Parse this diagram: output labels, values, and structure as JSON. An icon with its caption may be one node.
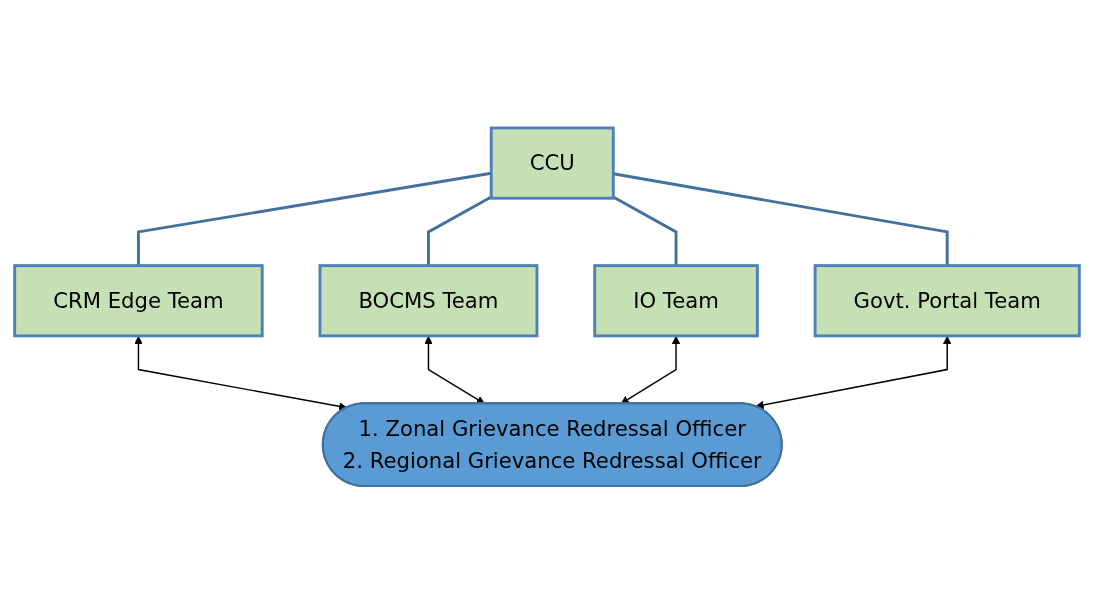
{
  "diagram": {
    "nodes": [
      {
        "text": [
          "CCU"
        ]
      },
      {
        "text": [
          "CRM Edge Team"
        ]
      },
      {
        "text": [
          "BOCMS Team"
        ]
      },
      {
        "text": [
          "IO Team"
        ]
      },
      {
        "text": [
          "Govt. Portal Team"
        ]
      },
      {
        "text": [
          "1. Zonal Grievance Redressal Officer",
          "2. Regional Grievance Redressal Officer"
        ]
      }
    ],
    "edges": [
      {
        "from": 0,
        "to": 1,
        "arrow": "none"
      },
      {
        "from": 0,
        "to": 2,
        "arrow": "none"
      },
      {
        "from": 0,
        "to": 3,
        "arrow": "none"
      },
      {
        "from": 0,
        "to": 4,
        "arrow": "none"
      },
      {
        "from": 1,
        "to": 5,
        "arrow": "both",
        "color": "#000000"
      },
      {
        "from": 2,
        "to": 5,
        "arrow": "both",
        "color": "#000000"
      },
      {
        "from": 3,
        "to": 5,
        "arrow": "both",
        "color": "#000000"
      },
      {
        "from": 4,
        "to": 5,
        "arrow": "both",
        "color": "#000000"
      }
    ]
  }
}
